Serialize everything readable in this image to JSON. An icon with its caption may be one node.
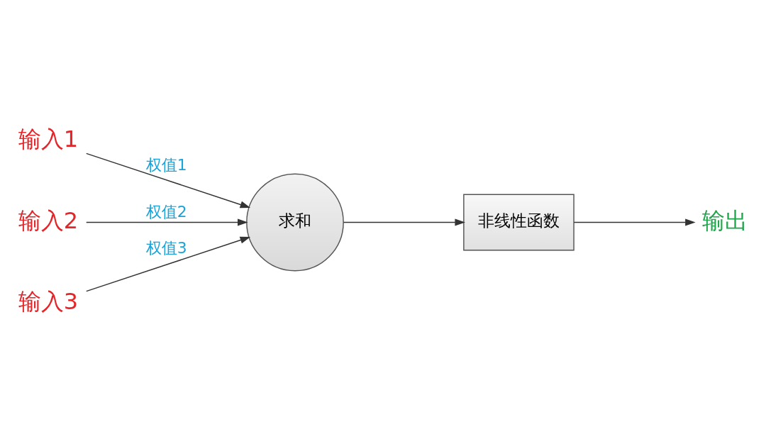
{
  "diagram": {
    "nodes": [
      {
        "text": [
          "输入1"
        ]
      },
      {
        "text": [
          "输入2"
        ]
      },
      {
        "text": [
          "输入3"
        ]
      },
      {
        "text": [
          "求和"
        ]
      },
      {
        "text": [
          "非线性函数"
        ]
      },
      {
        "text": [
          "输出"
        ]
      }
    ],
    "edges": [
      {
        "from": 0,
        "to": 3,
        "arrow": "to",
        "label": "权值1"
      },
      {
        "from": 1,
        "to": 3,
        "arrow": "to",
        "label": "权值2"
      },
      {
        "from": 2,
        "to": 3,
        "arrow": "to",
        "label": "权值3"
      },
      {
        "from": 3,
        "to": 4,
        "arrow": "to"
      },
      {
        "from": 4,
        "to": 5,
        "arrow": "to"
      }
    ]
  }
}
